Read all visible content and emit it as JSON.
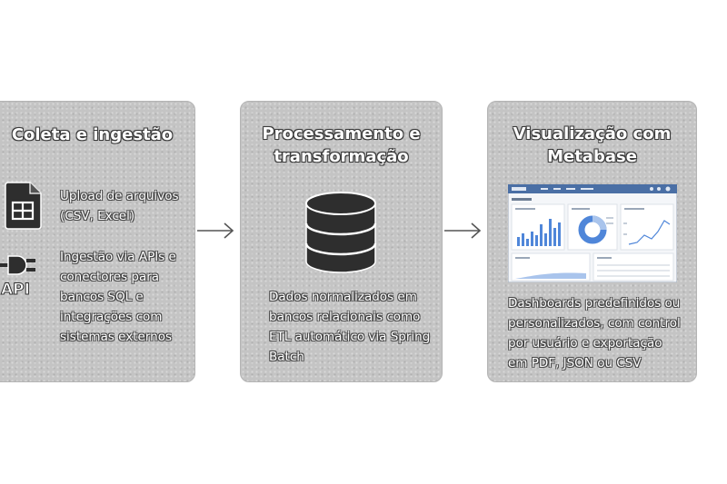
{
  "cards": [
    {
      "title": "Coleta e ingestão",
      "items": [
        {
          "icon": "spreadsheet-file-icon",
          "text": "Upload de arquivos (CSV, Excel)"
        },
        {
          "icon": "api-plug-icon",
          "icon_label": "API",
          "text": "Ingestão via APIs e conectores para bancos SQL e integrações com sistemas externos"
        }
      ]
    },
    {
      "title": "Processamento e transformação",
      "icon": "database-icon",
      "text": "Dados normalizados em bancos relacionais como ETL automático via Spring Batch"
    },
    {
      "title": "Visualização com Metabase",
      "icon": "dashboard-screenshot",
      "text": "Dashboards predefinidos ou personalizados, com control por usuário e exportação em PDF, JSON ou CSV"
    }
  ],
  "colors": {
    "card_background": "#c4c4c4",
    "icon_dark": "#2e2e2e",
    "dashboard_nav": "#4a6fa5",
    "chart_blue": "#4f86d9"
  }
}
